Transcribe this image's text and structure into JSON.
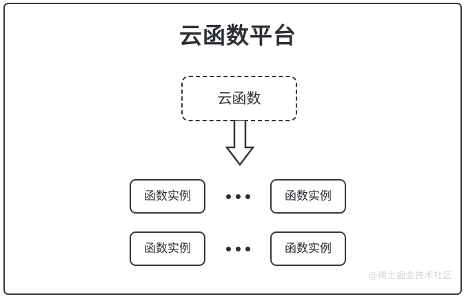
{
  "diagram": {
    "title": "云函数平台",
    "cloud_function": {
      "label": "云函数",
      "border_style": "dashed"
    },
    "arrow": {
      "name": "down-arrow",
      "direction": "down",
      "style": "hollow-block"
    },
    "instance_rows": [
      {
        "left_box": "函数实例",
        "ellipsis": "•••",
        "right_box": "函数实例"
      },
      {
        "left_box": "函数实例",
        "ellipsis": "•••",
        "right_box": "函数实例"
      }
    ],
    "watermark": "@稀土掘金技术社区",
    "colors": {
      "stroke": "#33363b",
      "text": "#2c2f34",
      "background": "#ffffff",
      "watermark": "#d2d4d7"
    }
  }
}
